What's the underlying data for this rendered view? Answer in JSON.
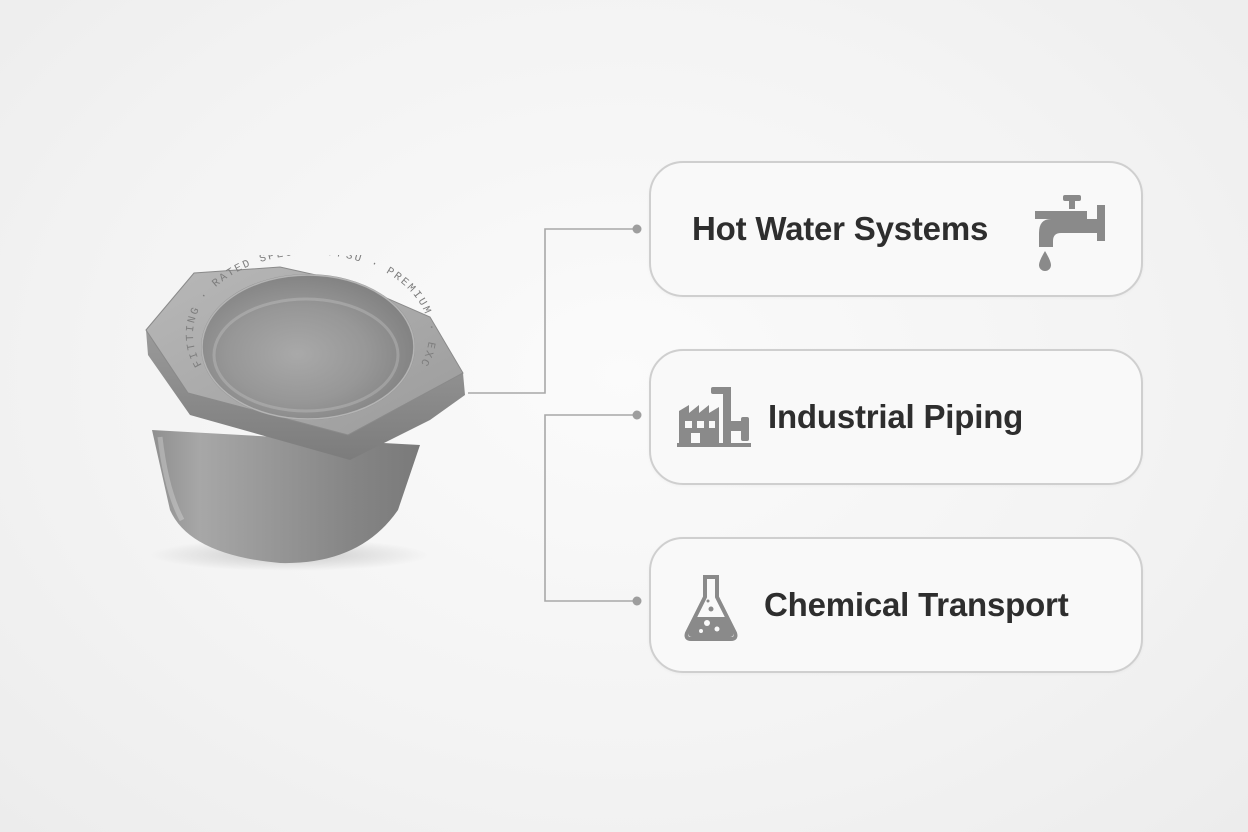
{
  "product": {
    "name": "pipe-fitting",
    "engraving": "FITTING · RATED SPECS · PPSU · PREMIUM · EXCELLENCE · HIGH"
  },
  "applications": [
    {
      "label": "Hot Water Systems",
      "icon": "faucet-icon"
    },
    {
      "label": "Industrial Piping",
      "icon": "factory-icon"
    },
    {
      "label": "Chemical Transport",
      "icon": "flask-icon"
    }
  ],
  "colors": {
    "background": "#f4f4f4",
    "card_border": "#cfcfcf",
    "connector": "#a8a8a8",
    "label_text": "#2e2e2e",
    "icon": "#8a8a8a",
    "metal": "#9a9a9a"
  }
}
